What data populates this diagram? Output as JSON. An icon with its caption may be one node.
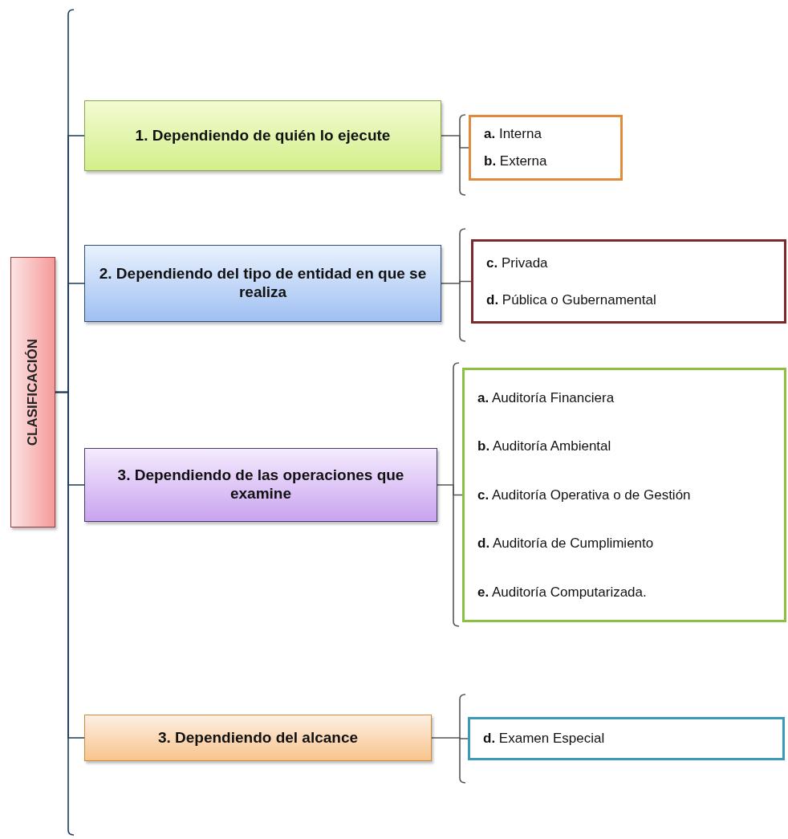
{
  "diagram": {
    "nodes": [
      {
        "text": [
          "CLASIFICACIÓN"
        ]
      },
      {
        "text": [
          "1. Dependiendo de quién lo ejecute"
        ]
      },
      {
        "text": [
          "2. Dependiendo del tipo de entidad en que se realiza"
        ]
      },
      {
        "text": [
          "3. Dependiendo de las operaciones que examine"
        ]
      },
      {
        "text": [
          "3. Dependiendo del alcance"
        ]
      },
      {
        "text": [
          "**a.** Interna",
          "**b.** Externa"
        ]
      },
      {
        "text": [
          "**c.** Privada",
          "**d.** Pública o Gubernamental"
        ]
      },
      {
        "text": [
          "**a.** Auditoría Financiera",
          "**b.** Auditoría Ambiental",
          "**c.** Auditoría Operativa o de Gestión",
          "**d.** Auditoría de Cumplimiento",
          "**e.** Auditoría Computarizada."
        ]
      },
      {
        "text": [
          "**d.** Examen Especial"
        ]
      }
    ],
    "edges": [
      {
        "from": 0,
        "to": 1,
        "arrow": "none"
      },
      {
        "from": 0,
        "to": 2,
        "arrow": "none"
      },
      {
        "from": 0,
        "to": 3,
        "arrow": "none"
      },
      {
        "from": 0,
        "to": 4,
        "arrow": "none"
      },
      {
        "from": 1,
        "to": 5,
        "arrow": "none"
      },
      {
        "from": 2,
        "to": 6,
        "arrow": "none"
      },
      {
        "from": 3,
        "to": 7,
        "arrow": "none"
      },
      {
        "from": 4,
        "to": 8,
        "arrow": "none"
      }
    ]
  }
}
